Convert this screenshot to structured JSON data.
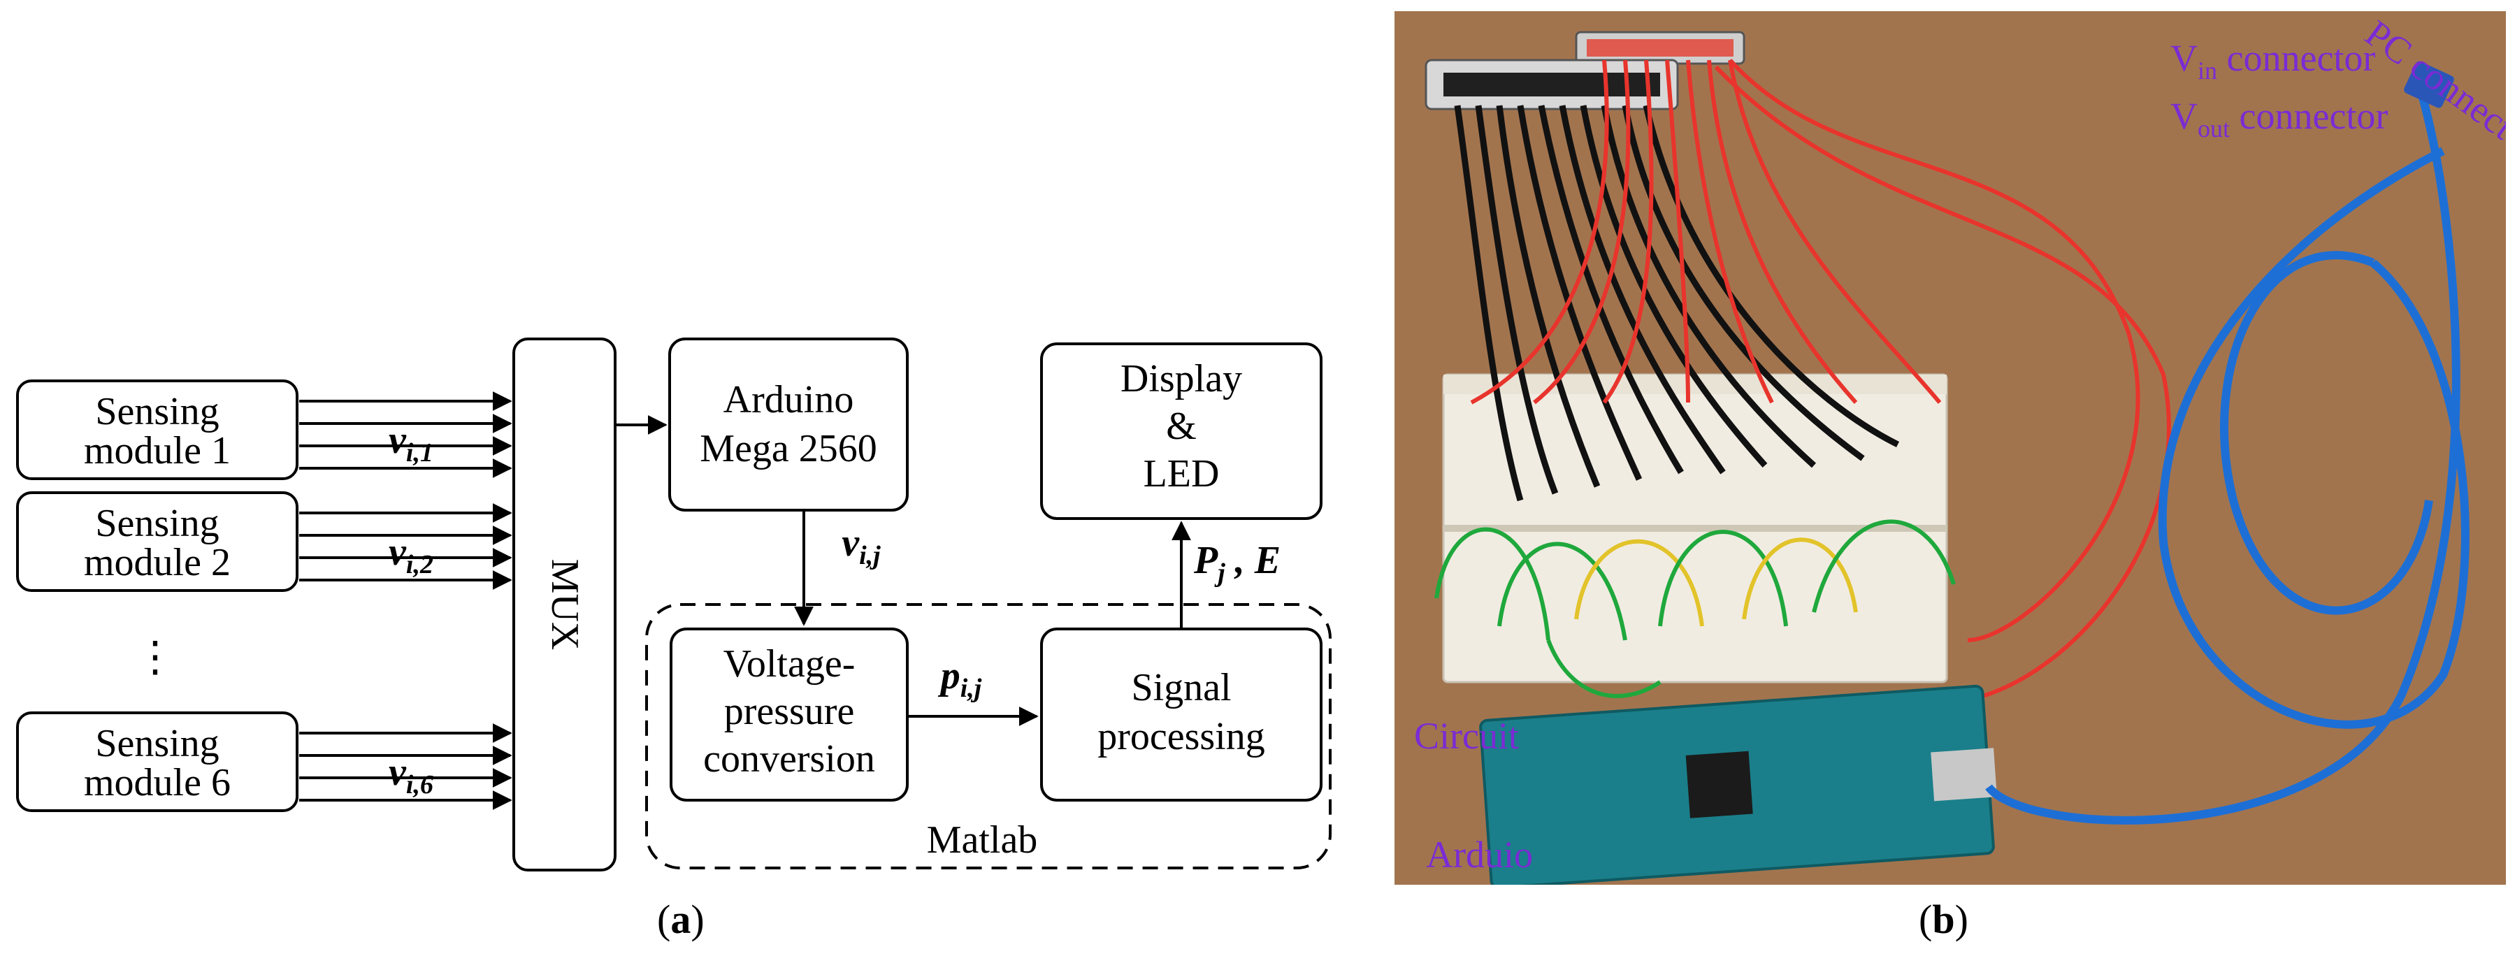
{
  "diagram": {
    "modules": [
      {
        "line1": "Sensing",
        "line2": "module 1",
        "signal_base": "v",
        "signal_sub": "i,1"
      },
      {
        "line1": "Sensing",
        "line2": "module 2",
        "signal_base": "v",
        "signal_sub": "i,2"
      },
      {
        "line1": "Sensing",
        "line2": "module 6",
        "signal_base": "v",
        "signal_sub": "i,6"
      }
    ],
    "ellipsis": "⋮",
    "mux_label": "MUX",
    "arduino": {
      "line1": "Arduino",
      "line2": "Mega 2560"
    },
    "display": {
      "line1": "Display",
      "line2": "&",
      "line3": "LED"
    },
    "vp_conversion": {
      "line1": "Voltage-",
      "line2": "pressure",
      "line3": "conversion"
    },
    "signal_processing": {
      "line1": "Signal",
      "line2": "processing"
    },
    "matlab_label": "Matlab",
    "vij": {
      "base": "v",
      "sub": "i,j"
    },
    "pij": {
      "base": "p",
      "sub": "i,j"
    },
    "pj": {
      "base": "P",
      "sub": "j",
      "rest": " , E"
    }
  },
  "photo": {
    "vin_label": {
      "base": "V",
      "sub": "in",
      "rest": " connector"
    },
    "vout_label": {
      "base": "V",
      "sub": "out",
      "rest": " connector"
    },
    "pc_label": "PC connector",
    "circuit_label": "Circuit",
    "arduino_label": "Arduio"
  },
  "captions": {
    "a": {
      "open": "(",
      "letter": "a",
      "close": ")"
    },
    "b": {
      "open": "(",
      "letter": "b",
      "close": ")"
    }
  },
  "colors": {
    "annotation": "#7b2bd4",
    "wire_red": "#e8342c",
    "cable_blue": "#1d6fd6",
    "board_teal": "#1a7f8a"
  }
}
